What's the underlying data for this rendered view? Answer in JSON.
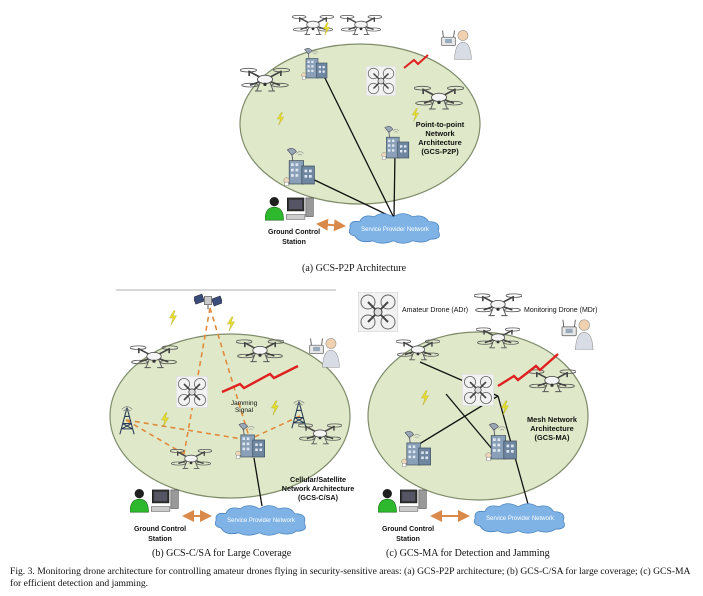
{
  "panel_a": {
    "caption": "(a) GCS-P2P Architecture",
    "arch_label": [
      "Point-to-point",
      "Network",
      "Architecture",
      "(GCS-P2P)"
    ],
    "gcs_label": [
      "Ground Control",
      "Station"
    ],
    "cloud_label": "Service Provider Network"
  },
  "panel_b": {
    "caption": "(b) GCS-C/SA for Large Coverage",
    "arch_label": [
      "Cellular/Satellite",
      "Network Architecture",
      "(GCS-C/SA)"
    ],
    "jamming_label": [
      "Jamming",
      "Signal"
    ],
    "gcs_label": [
      "Ground Control",
      "Station"
    ],
    "cloud_label": "Service Provider Network"
  },
  "panel_c": {
    "caption": "(c) GCS-MA for Detection and Jamming",
    "legend_amateur": "Amateur Drone (ADr)",
    "legend_monitoring": "Monitoring Drone (MDr)",
    "arch_label": [
      "Mesh Network",
      "Architecture",
      "(GCS-MA)"
    ],
    "gcs_label": [
      "Ground Control",
      "Station"
    ],
    "cloud_label": "Service Provider Network"
  },
  "figure_caption": "Fig. 3.  Monitoring drone architecture for controlling amateur drones flying in security-sensitive areas: (a) GCS-P2P architecture; (b) GCS-C/SA for large coverage; (c) GCS-MA for efficient detection and jamming.",
  "colors": {
    "zone_fill": "#dfe9c9",
    "zone_stroke": "#7f8c6a",
    "cloud": "#7fb3e6",
    "lightning": "#e2d93a",
    "jamming": "#e02020",
    "arrow": "#d98a4a",
    "satellite_link": "#e08a3c"
  }
}
